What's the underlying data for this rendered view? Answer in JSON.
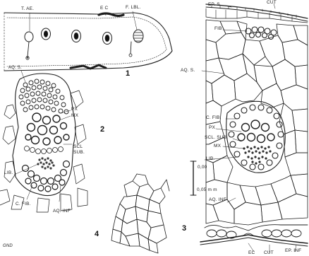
{
  "figure_numbers": {
    "fig1": "1",
    "fig2": "2",
    "fig3": "3",
    "fig4": "4"
  },
  "fig1_labels": {
    "tae": "T. AE.",
    "ec": "E C",
    "flbl": "F. LBL."
  },
  "fig2_labels": {
    "aqs": "AQ. S.",
    "px": "PX",
    "mx": "MX",
    "scl": "SCL",
    "sub": "SUB.",
    "lib": "LIB.",
    "cfib": "C. FIB.",
    "aqinf": "AQ. INF"
  },
  "fig3_labels": {
    "eps": "EP. S.",
    "cut_top": "CUT",
    "fib": "FIB",
    "aqs": "AQ. S.",
    "cfib": "C. FIB.",
    "px": "PX",
    "sclsub": "SCL. SUB.",
    "mx": "MX",
    "lib": "LIB.",
    "aqinf": "AQ. INF",
    "ec": "EC",
    "cut_bottom": "CUT",
    "epinf": "EP. INF"
  },
  "scale_bar": {
    "top": "0,00",
    "bottom": "0,05 m m"
  },
  "signature": "GND"
}
